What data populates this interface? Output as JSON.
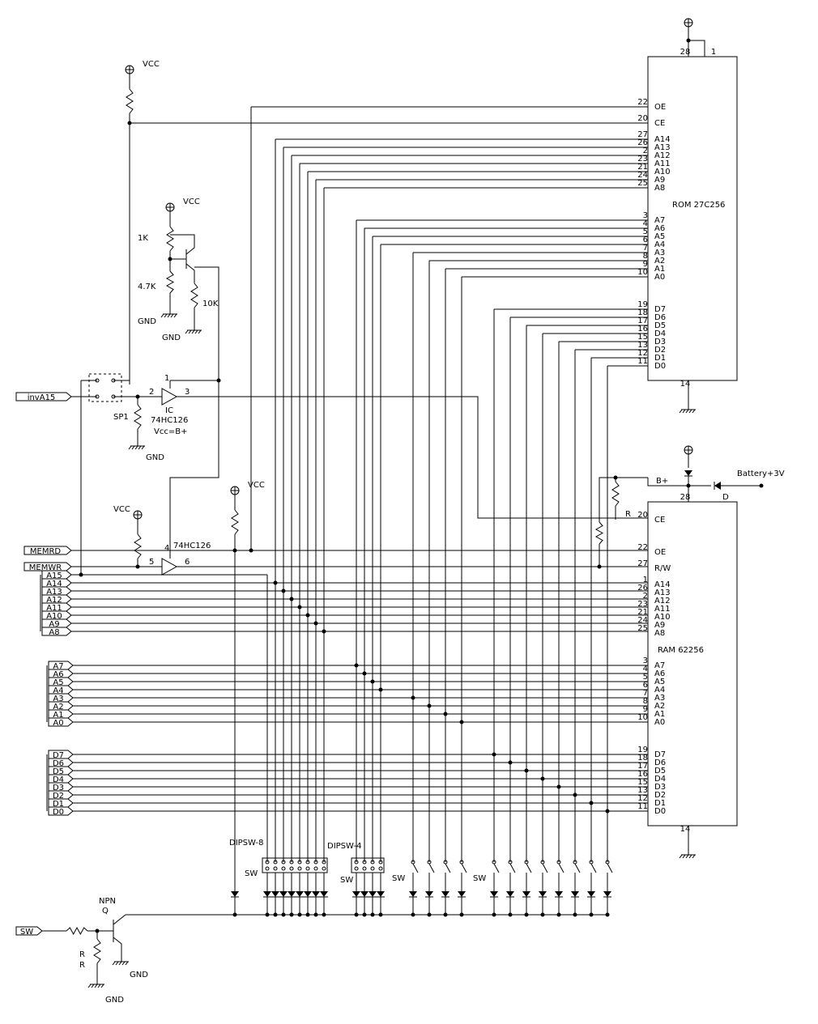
{
  "rom": {
    "name": "ROM 27C256",
    "top_pins": [
      "28",
      "1"
    ],
    "bottom_pin": "14",
    "pins": [
      {
        "label": "OE",
        "num": "22"
      },
      {
        "label": "CE",
        "num": "20"
      },
      {
        "label": "A14",
        "num": "27"
      },
      {
        "label": "A13",
        "num": "26"
      },
      {
        "label": "A12",
        "num": "2"
      },
      {
        "label": "A11",
        "num": "23"
      },
      {
        "label": "A10",
        "num": "21"
      },
      {
        "label": "A9",
        "num": "24"
      },
      {
        "label": "A8",
        "num": "25"
      },
      {
        "label": "A7",
        "num": "3"
      },
      {
        "label": "A6",
        "num": "4"
      },
      {
        "label": "A5",
        "num": "5"
      },
      {
        "label": "A4",
        "num": "6"
      },
      {
        "label": "A3",
        "num": "7"
      },
      {
        "label": "A2",
        "num": "8"
      },
      {
        "label": "A1",
        "num": "9"
      },
      {
        "label": "A0",
        "num": "10"
      },
      {
        "label": "D7",
        "num": "19"
      },
      {
        "label": "D6",
        "num": "18"
      },
      {
        "label": "D5",
        "num": "17"
      },
      {
        "label": "D4",
        "num": "16"
      },
      {
        "label": "D3",
        "num": "15"
      },
      {
        "label": "D2",
        "num": "13"
      },
      {
        "label": "D1",
        "num": "12"
      },
      {
        "label": "D0",
        "num": "11"
      }
    ]
  },
  "ram": {
    "name": "RAM 62256",
    "top_pin": "28",
    "top_pin_d": "D",
    "bottom_pin": "14",
    "pins": [
      {
        "label": "CE",
        "num": "20"
      },
      {
        "label": "OE",
        "num": "22"
      },
      {
        "label": "R/W",
        "num": "27"
      },
      {
        "label": "A14",
        "num": "1"
      },
      {
        "label": "A13",
        "num": "26"
      },
      {
        "label": "A12",
        "num": "2"
      },
      {
        "label": "A11",
        "num": "23"
      },
      {
        "label": "A10",
        "num": "21"
      },
      {
        "label": "A9",
        "num": "24"
      },
      {
        "label": "A8",
        "num": "25"
      },
      {
        "label": "A7",
        "num": "3"
      },
      {
        "label": "A6",
        "num": "4"
      },
      {
        "label": "A5",
        "num": "5"
      },
      {
        "label": "A4",
        "num": "6"
      },
      {
        "label": "A3",
        "num": "7"
      },
      {
        "label": "A2",
        "num": "8"
      },
      {
        "label": "A1",
        "num": "9"
      },
      {
        "label": "A0",
        "num": "10"
      },
      {
        "label": "D7",
        "num": "19"
      },
      {
        "label": "D6",
        "num": "18"
      },
      {
        "label": "D5",
        "num": "17"
      },
      {
        "label": "D4",
        "num": "16"
      },
      {
        "label": "D3",
        "num": "15"
      },
      {
        "label": "D2",
        "num": "13"
      },
      {
        "label": "D1",
        "num": "12"
      },
      {
        "label": "D0",
        "num": "11"
      }
    ]
  },
  "left_signals": {
    "control": [
      "invA15",
      "MEMRD",
      "MEMWR"
    ],
    "upper_addr": [
      "A15",
      "A14",
      "A13",
      "A12",
      "A11",
      "A10",
      "A9",
      "A8"
    ],
    "lower_addr": [
      "A7",
      "A6",
      "A5",
      "A4",
      "A3",
      "A2",
      "A1",
      "A0"
    ],
    "data": [
      "D7",
      "D6",
      "D5",
      "D4",
      "D3",
      "D2",
      "D1",
      "D0"
    ],
    "sw": "SW"
  },
  "labels": {
    "vcc": "VCC",
    "gnd": "GND",
    "r_1k": "1K",
    "r_4k7": "4.7K",
    "r_10k": "10K",
    "sp1": "SP1",
    "ic_top": "IC",
    "ic_part": "74HC126",
    "ic_vcc": "Vcc=B+",
    "ic_bottom": "74HC126",
    "ic1_pins": [
      "1",
      "2",
      "3"
    ],
    "ic2_pins": [
      "4",
      "5",
      "6"
    ],
    "bplus": "B+",
    "battery": "Battery+3V",
    "r": "R",
    "dipsw8": "DIPSW-8",
    "dipsw4": "DIPSW-4",
    "sw": "SW",
    "npn": "NPN",
    "q": "Q",
    "r_base_a": "R",
    "r_base_b": "R"
  }
}
